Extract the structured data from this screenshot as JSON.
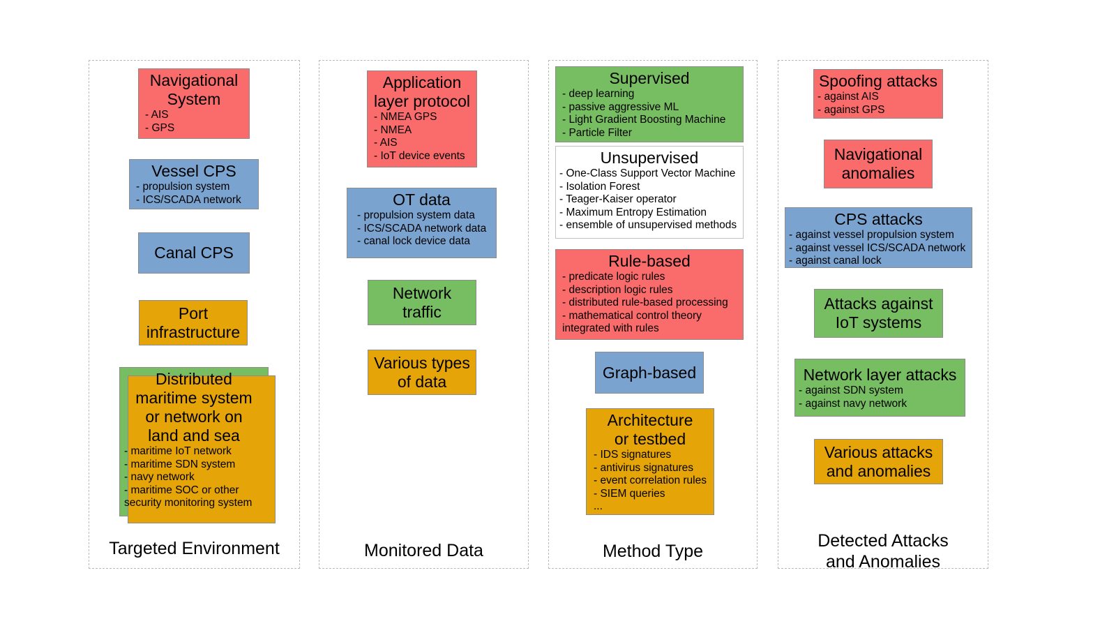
{
  "palette": {
    "red": "#FA6B6B",
    "blue": "#7BA3D0",
    "green": "#77BD62",
    "orange": "#E5A408",
    "white": "#FFFFFF",
    "border": "#8C8C8C",
    "column_border": "#B9B9B9",
    "text": "#000000"
  },
  "columns": [
    {
      "id": "targeted-environment",
      "title": "Targeted Environment",
      "boxes": [
        {
          "name": "navigational-system",
          "title": "Navigational\nSystem",
          "bullets": "- AIS\n- GPS",
          "color": "red"
        },
        {
          "name": "vessel-cps",
          "title": "Vessel CPS",
          "bullets": "- propulsion system\n- ICS/SCADA network",
          "color": "blue"
        },
        {
          "name": "canal-cps",
          "title": "Canal CPS",
          "bullets": "",
          "color": "blue"
        },
        {
          "name": "port-infrastructure",
          "title": "Port\ninfrastructure",
          "bullets": "",
          "color": "orange"
        },
        {
          "name": "distributed-maritime-system",
          "title": "Distributed\nmaritime system\nor network on\nland and sea",
          "bullets": "- maritime IoT network\n- maritime SDN system\n- navy network\n- maritime SOC or other\n  security monitoring system",
          "color": "green",
          "shadow": "orange"
        }
      ]
    },
    {
      "id": "monitored-data",
      "title": "Monitored Data",
      "boxes": [
        {
          "name": "application-layer-protocol",
          "title": "Application\nlayer protocol",
          "bullets": "- NMEA GPS\n- NMEA\n- AIS\n- IoT device events",
          "color": "red"
        },
        {
          "name": "ot-data",
          "title": "OT data",
          "bullets": "- propulsion system data\n- ICS/SCADA network data\n- canal lock device data",
          "color": "blue"
        },
        {
          "name": "network-traffic",
          "title": "Network\ntraffic",
          "bullets": "",
          "color": "green"
        },
        {
          "name": "various-types-of-data",
          "title": "Various types\nof data",
          "bullets": "",
          "color": "orange"
        }
      ]
    },
    {
      "id": "method-type",
      "title": "Method Type",
      "boxes": [
        {
          "name": "supervised",
          "title": "Supervised",
          "bullets": "- deep learning\n- passive aggressive ML\n- Light Gradient Boosting Machine\n- Particle Filter",
          "color": "green"
        },
        {
          "name": "unsupervised",
          "title": "Unsupervised",
          "bullets": "- One-Class Support Vector Machine\n- Isolation Forest\n- Teager-Kaiser operator\n- Maximum Entropy Estimation\n- ensemble of unsupervised methods",
          "color": "white"
        },
        {
          "name": "rule-based",
          "title": "Rule-based",
          "bullets": "- predicate logic rules\n- description logic rules\n- distributed rule-based processing\n- mathematical control theory\n  integrated with rules",
          "color": "red"
        },
        {
          "name": "graph-based",
          "title": "Graph-based",
          "bullets": "",
          "color": "blue"
        },
        {
          "name": "architecture-or-testbed",
          "title": "Architecture\nor testbed",
          "bullets": "- IDS signatures\n- antivirus signatures\n- event correlation rules\n- SIEM queries\n...",
          "color": "orange"
        }
      ]
    },
    {
      "id": "detected-attacks-and-anomalies",
      "title": "Detected Attacks\nand Anomalies",
      "boxes": [
        {
          "name": "spoofing-attacks",
          "title": "Spoofing attacks",
          "bullets": "- against AIS\n- against GPS",
          "color": "red"
        },
        {
          "name": "navigational-anomalies",
          "title": "Navigational\nanomalies",
          "bullets": "",
          "color": "red"
        },
        {
          "name": "cps-attacks",
          "title": "CPS attacks",
          "bullets": "- against vessel propulsion system\n- against vessel ICS/SCADA network\n- against canal lock",
          "color": "blue"
        },
        {
          "name": "attacks-against-iot-systems",
          "title": "Attacks against\nIoT systems",
          "bullets": "",
          "color": "green"
        },
        {
          "name": "network-layer-attacks",
          "title": "Network layer attacks",
          "bullets": "- against SDN system\n- against navy network",
          "color": "green"
        },
        {
          "name": "various-attacks-and-anomalies",
          "title": "Various attacks\nand anomalies",
          "bullets": "",
          "color": "orange"
        }
      ]
    }
  ]
}
